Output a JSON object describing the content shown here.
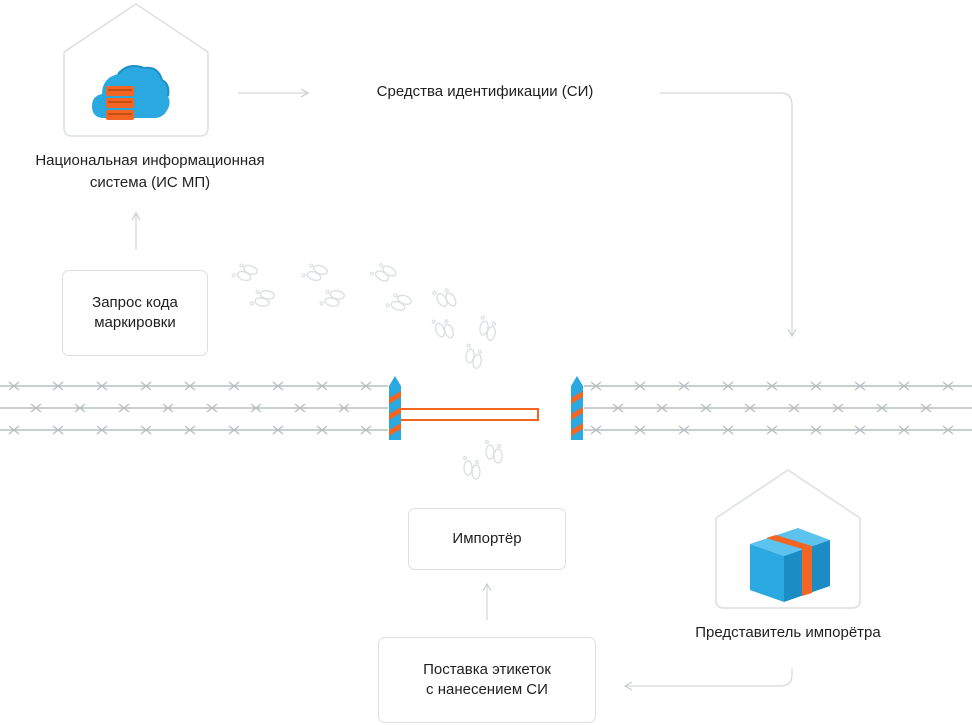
{
  "nodes": {
    "national_system": {
      "label": "Национальная информационная\nсистема (ИС МП)",
      "icon": "cloud-server-icon"
    },
    "id_means": {
      "label": "Средства идентификации (СИ)"
    },
    "code_request": {
      "label": "Запрос кода\nмаркировки"
    },
    "importer": {
      "label": "Импортёр"
    },
    "importer_rep": {
      "label": "Представитель импорётра",
      "icon": "package-box-icon"
    },
    "label_supply": {
      "label": "Поставка этикеток\nс нанесением СИ"
    }
  },
  "colors": {
    "accent_blue": "#29a9e0",
    "accent_orange": "#f26522",
    "line_gray": "#d3d6d9",
    "wire_gray": "#b8bdc2"
  },
  "decor": {
    "barrier": "border-barrier-icon",
    "fence": "barbed-wire-icon",
    "footprints": "footprints-icon"
  }
}
